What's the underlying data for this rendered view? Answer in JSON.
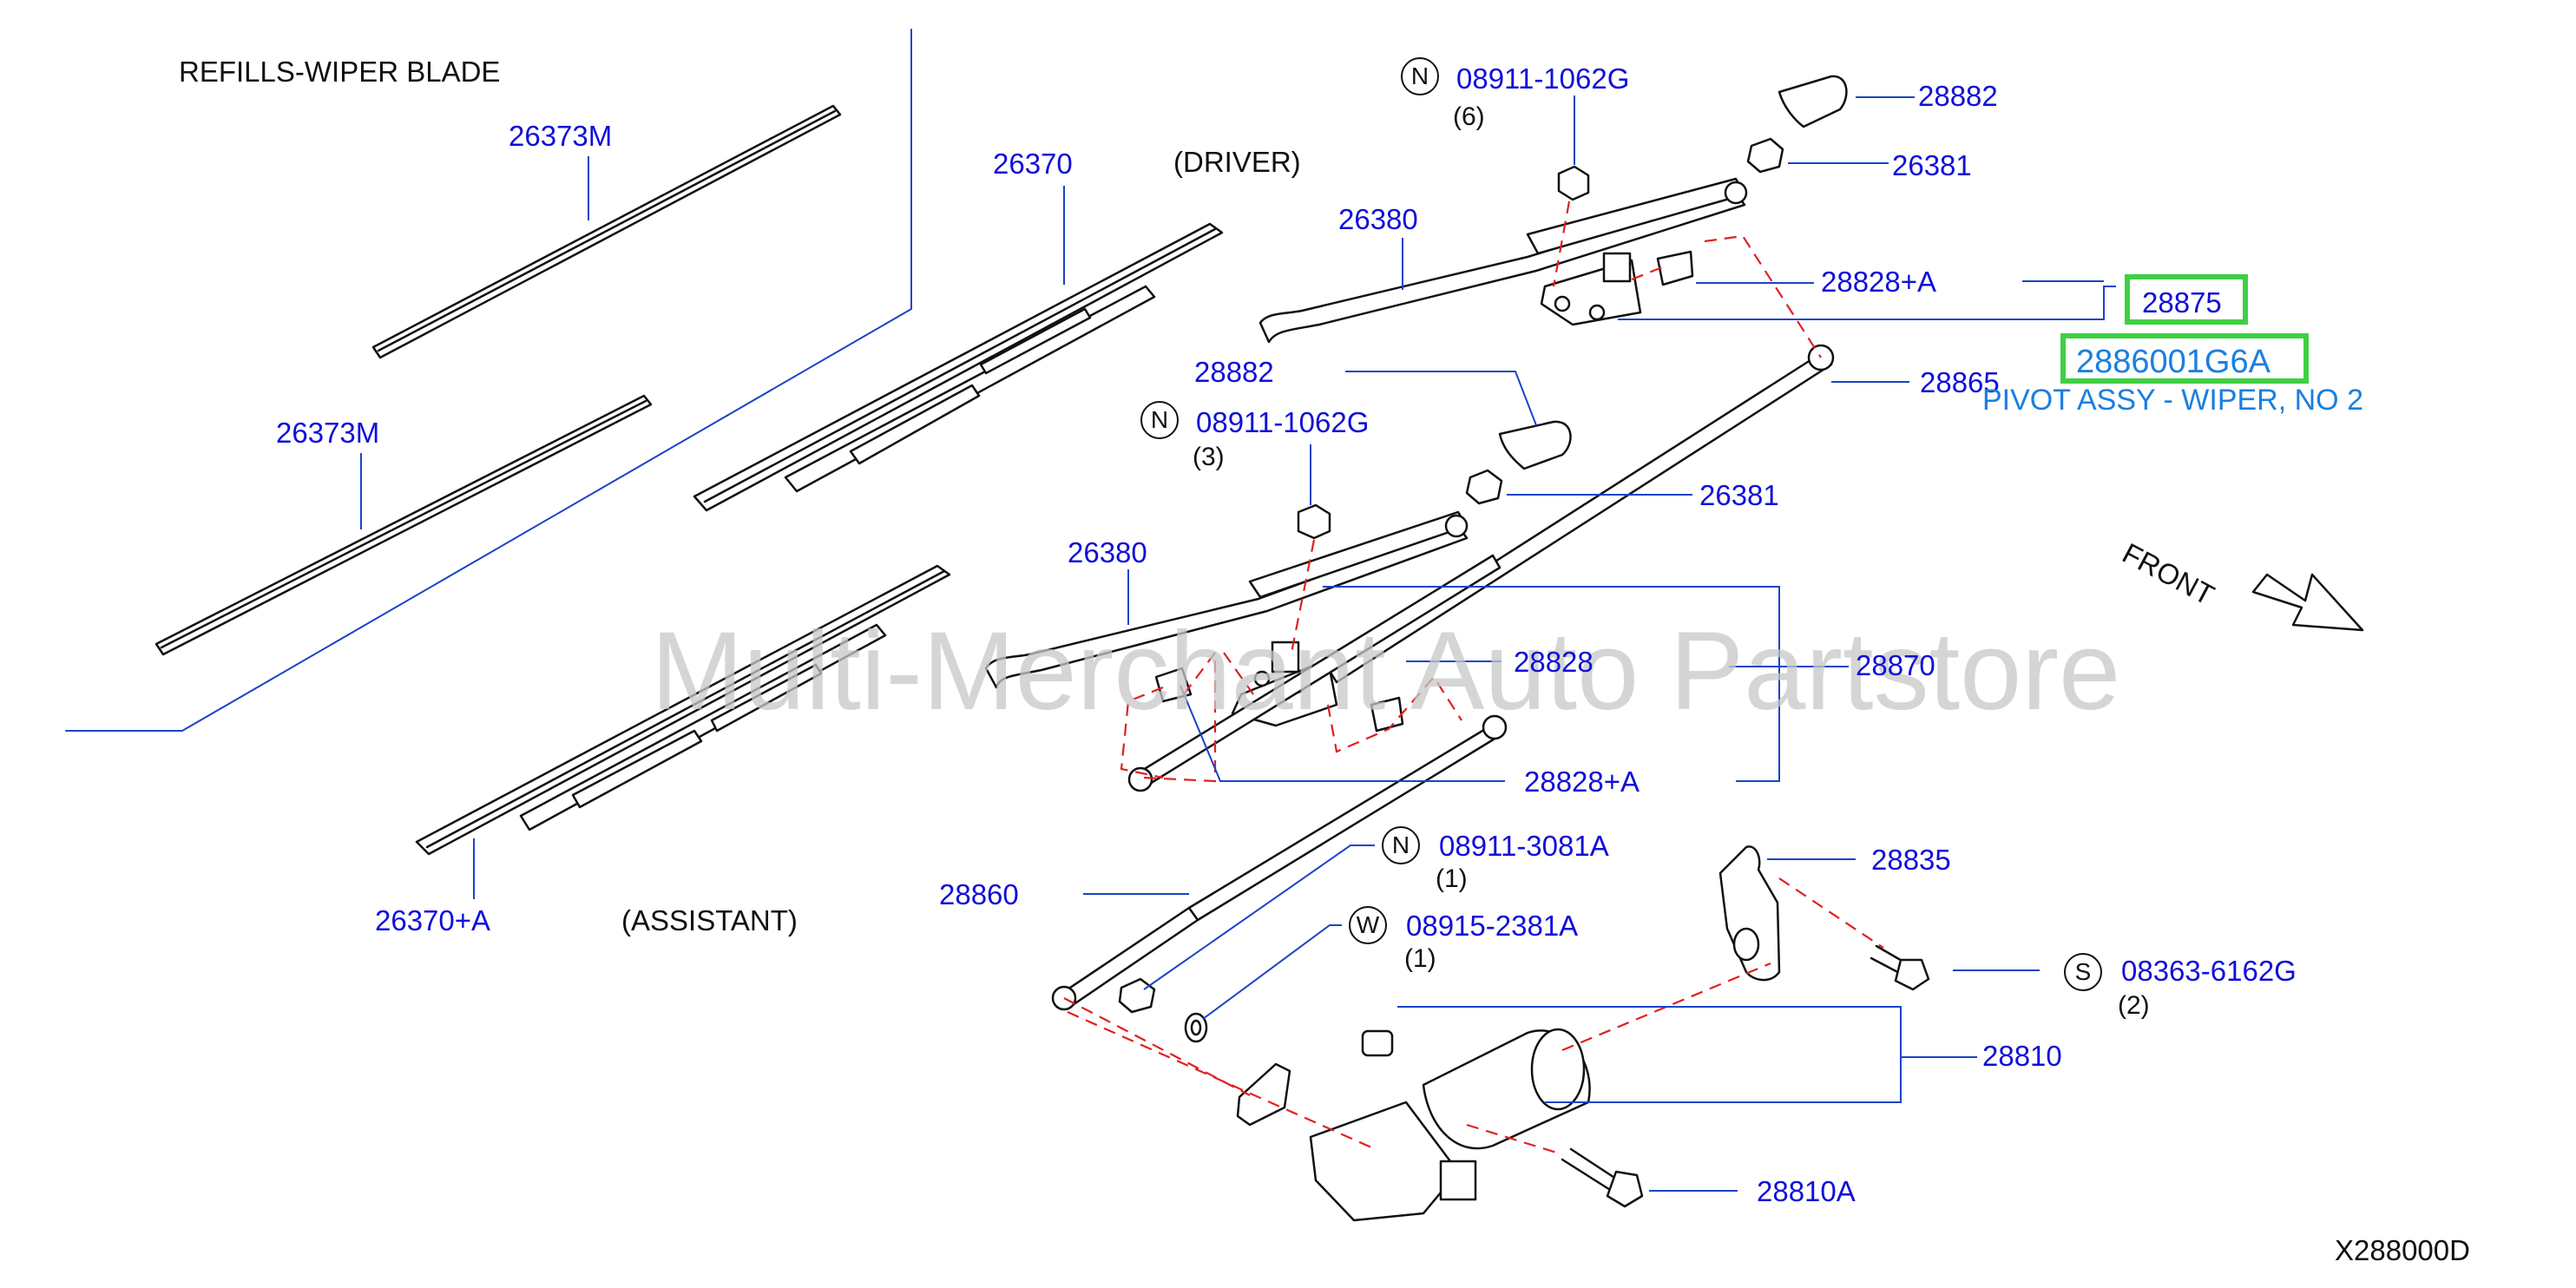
{
  "diagram": {
    "title": "REFILLS-WIPER   BLADE",
    "code": "X288000D",
    "watermark": "Multi-Merchant Auto Partstore",
    "front": "FRONT",
    "captions": {
      "driver": "(DRIVER)",
      "assistant": "(ASSISTANT)"
    },
    "parts": {
      "refill_top": "26373M",
      "refill_bottom": "26373M",
      "blade_driver": "26370",
      "blade_assistant": "26370+A",
      "arm_driver": "26380",
      "arm_assistant": "26380",
      "cap_top": "28882",
      "cap_mid": "28882",
      "nut_top": "26381",
      "nut_mid": "26381",
      "bush_top": "28828+A",
      "bush_mid": "28828",
      "bush_low": "28828+A",
      "pivot_assy": "28875",
      "link_upper": "28865",
      "linkage": "28870",
      "link_lower": "28860",
      "bracket": "28835",
      "motor": "28810",
      "motor_bolt": "28810A"
    },
    "fasteners": {
      "nut_6": {
        "symbol": "N",
        "part": "08911-1062G",
        "qty": "(6)"
      },
      "nut_3": {
        "symbol": "N",
        "part": "08911-1062G",
        "qty": "(3)"
      },
      "nut_1": {
        "symbol": "N",
        "part": "08911-3081A",
        "qty": "(1)"
      },
      "washer_1": {
        "symbol": "W",
        "part": "08915-2381A",
        "qty": "(1)"
      },
      "screw_2": {
        "symbol": "S",
        "part": "08363-6162G",
        "qty": "(2)"
      }
    },
    "highlight": {
      "part_number": "2886001G6A",
      "description": "PIVOT ASSY - WIPER, NO 2"
    },
    "colors": {
      "label": "#1010d8",
      "leader": "#1a44c8",
      "dashed": "#e02020",
      "highlight": "#3fcf43",
      "highlight_text": "#1a7fe0"
    }
  }
}
